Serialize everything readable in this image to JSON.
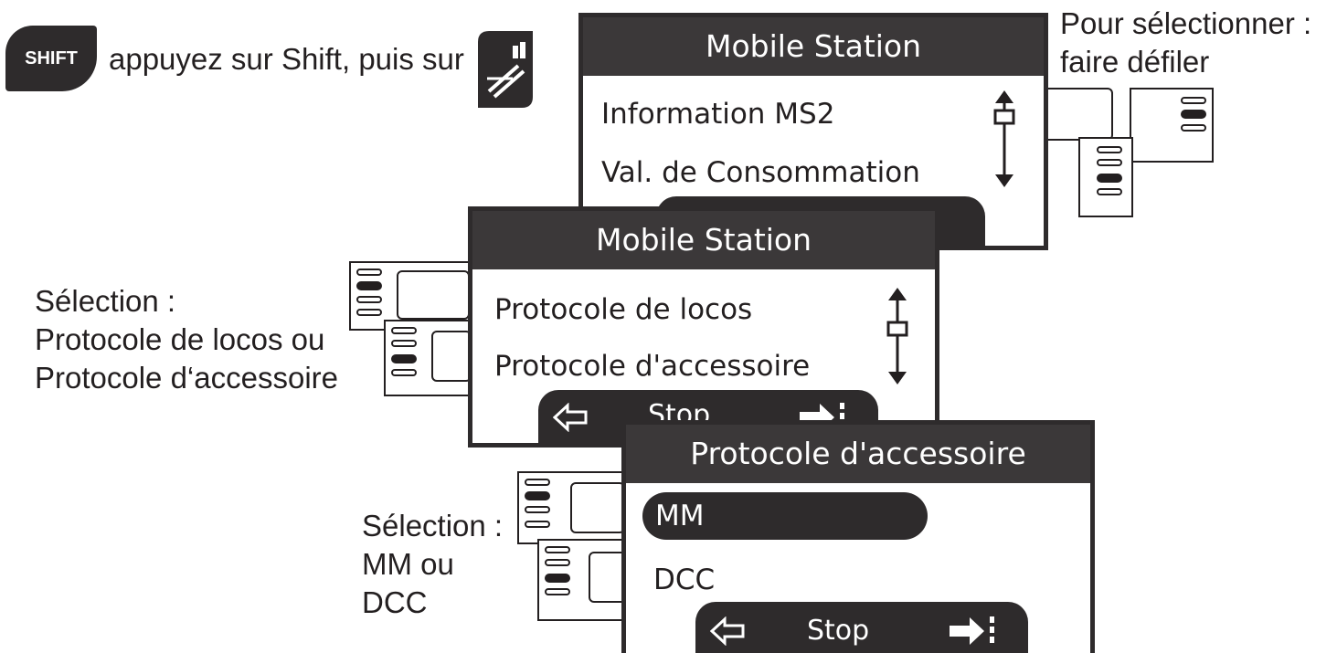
{
  "header": {
    "shift_key_label": "SHIFT",
    "instruction": "appuyez sur Shift, puis sur",
    "function_key_icon": "switch-track-icon"
  },
  "screen1": {
    "title": "Mobile Station",
    "items": [
      "Information MS2",
      "Val. de Consommation"
    ]
  },
  "screen2": {
    "title": "Mobile Station",
    "items": [
      "Protocole de locos",
      "Protocole d'accessoire"
    ],
    "nav_stop": "Stop"
  },
  "screen3": {
    "title": "Protocole d'accessoire",
    "items": [
      "MM",
      "DCC"
    ],
    "selected_index": 0,
    "nav_stop": "Stop"
  },
  "captions": {
    "scroll_line1": "Pour sélectionner :",
    "scroll_line2": "faire défiler",
    "sel1_line1": "Sélection :",
    "sel1_line2": "Protocole de locos ou",
    "sel1_line3": "Protocole d‘accessoire",
    "sel2_line1": "Sélection :",
    "sel2_line2": "MM ou",
    "sel2_line3": "DCC"
  },
  "colors": {
    "dark": "#2e2b2c",
    "title_bar": "#3b3839",
    "text": "#231f20",
    "background": "#ffffff"
  }
}
